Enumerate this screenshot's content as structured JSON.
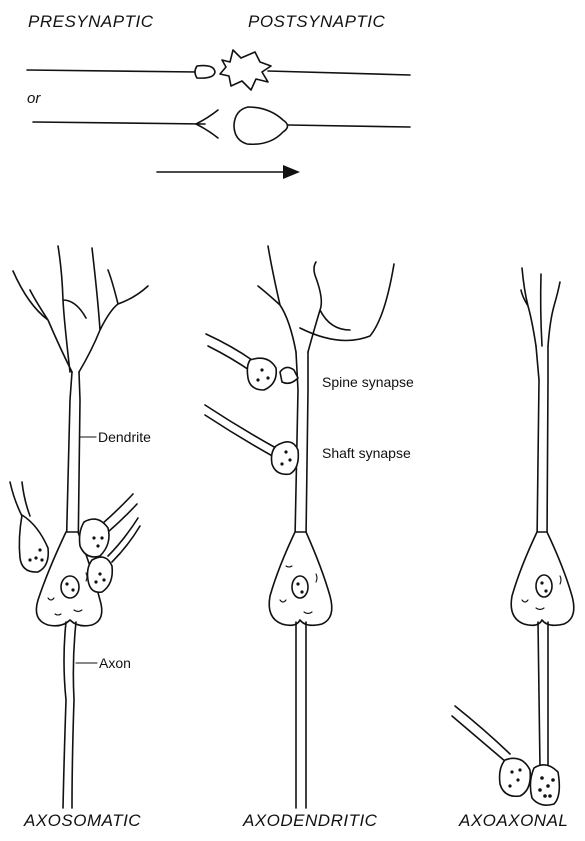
{
  "top": {
    "presynaptic": "PRESYNAPTIC",
    "postsynaptic": "POSTSYNAPTIC",
    "or": "or"
  },
  "labels": {
    "dendrite": "Dendrite",
    "axon": "Axon",
    "spine_synapse": "Spine synapse",
    "shaft_synapse": "Shaft synapse"
  },
  "captions": {
    "axosomatic": "AXOSOMATIC",
    "axodendritic": "AXODENDRITIC",
    "axoaxonal": "AXOAXONAL"
  }
}
